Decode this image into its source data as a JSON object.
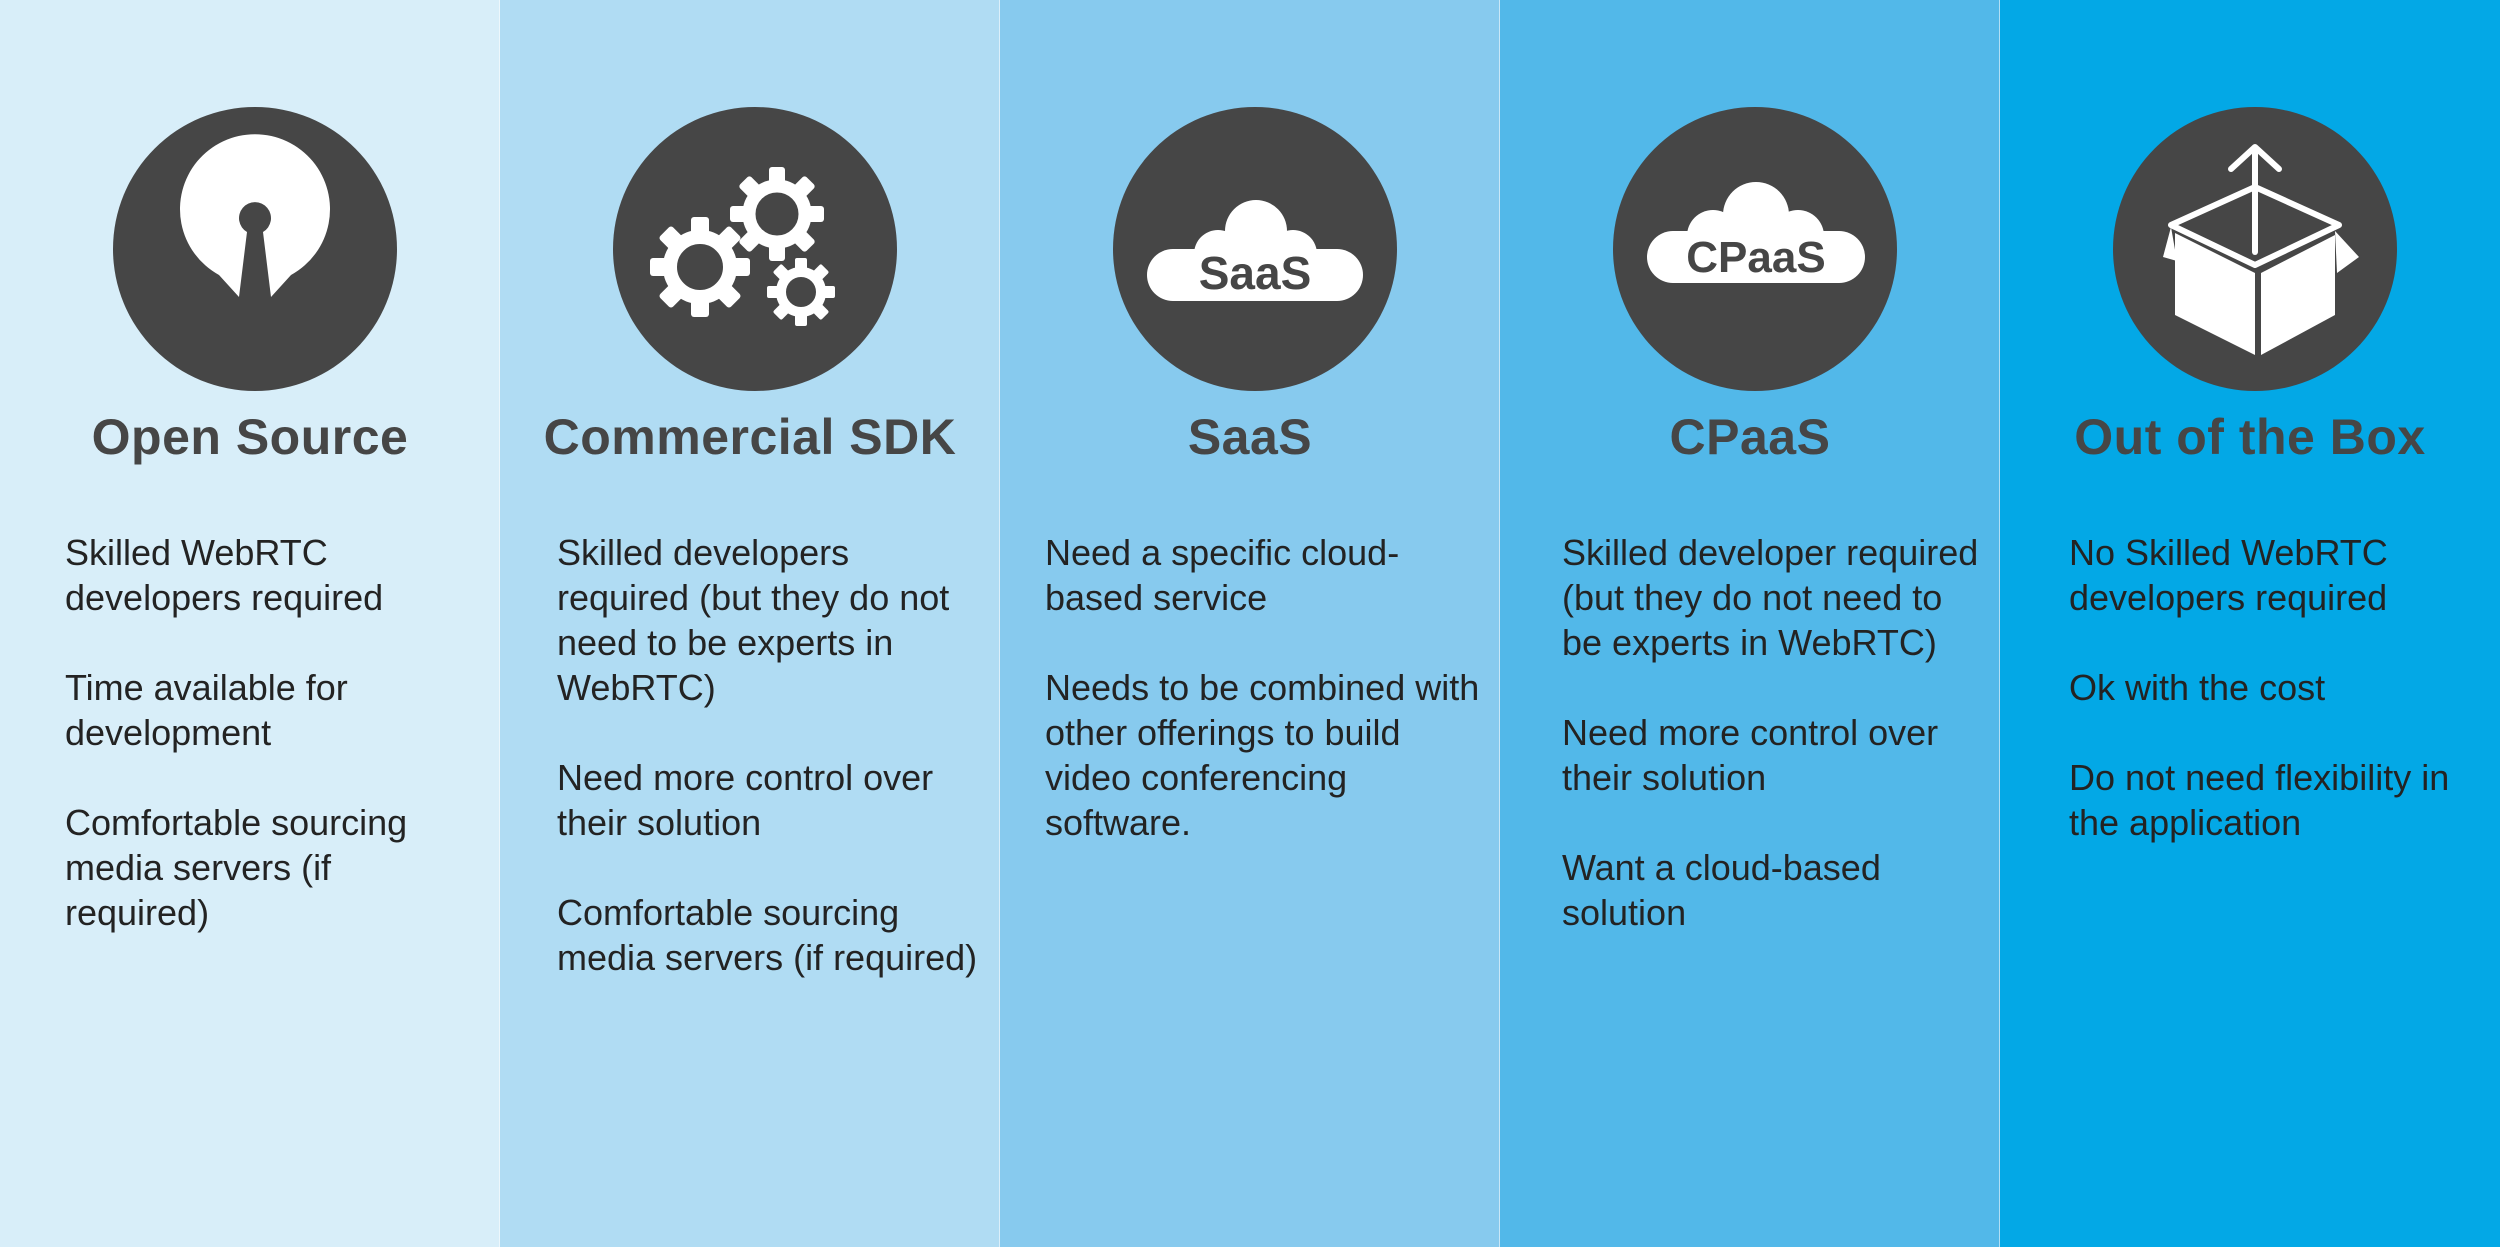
{
  "colors": {
    "col_1": "#d8eef9",
    "col_2": "#b0dcf3",
    "col_3": "#87caee",
    "col_4": "#52b8e9",
    "col_5": "#03a8e6",
    "circle": "#464646",
    "icon": "#ffffff"
  },
  "columns": [
    {
      "title": "Open Source",
      "icon": "open-source-icon",
      "items": [
        "Skilled WebRTC developers required",
        "Time available for development",
        "Comfortable sourcing media servers (if required)"
      ]
    },
    {
      "title": "Commercial SDK",
      "icon": "gears-icon",
      "items": [
        "Skilled developers required (but they do not need to be experts in WebRTC)",
        "Need more control over their solution",
        "Comfortable sourcing media servers (if required)"
      ]
    },
    {
      "title": "SaaS",
      "icon": "saas-cloud-icon",
      "icon_text": "SaaS",
      "items": [
        "Need a specific cloud-based service",
        "Needs to be combined with other offerings to build video conferencing software."
      ]
    },
    {
      "title": "CPaaS",
      "icon": "cpaas-cloud-icon",
      "icon_text": "CPaaS",
      "items": [
        "Skilled developer required (but they do not need to be experts in WebRTC)",
        "Need more control over their solution",
        "Want a cloud-based solution"
      ]
    },
    {
      "title": "Out of the Box",
      "icon": "box-icon",
      "items": [
        "No Skilled WebRTC developers required",
        "Ok with the cost",
        "Do not need flexibility in the application"
      ]
    }
  ]
}
